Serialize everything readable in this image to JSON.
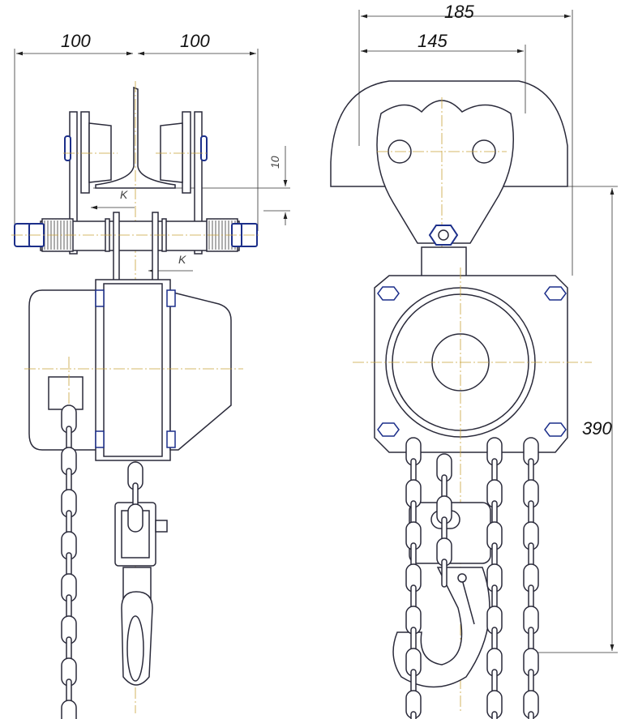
{
  "drawing": {
    "left_view": {
      "dim_left_width": "100",
      "dim_right_width": "100",
      "dim_gap": "10",
      "clearance_label_top": "K",
      "clearance_label_bottom": "K"
    },
    "right_view": {
      "dim_overall_width": "185",
      "dim_plate_width": "145",
      "dim_height": "390"
    },
    "colors": {
      "outline": "#2a2a3a",
      "centerline": "#c9a23a",
      "nut": "#1c2f8a"
    }
  }
}
